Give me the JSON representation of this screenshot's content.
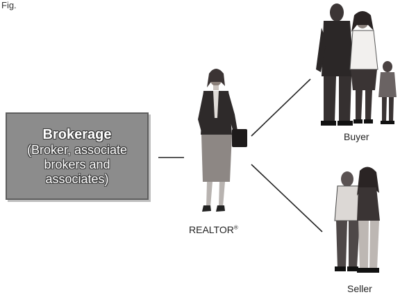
{
  "figure_label": "Fig.",
  "brokerage": {
    "title": "Brokerage",
    "description_line1": "(Broker, associate",
    "description_line2": "brokers and",
    "description_line3": "associates)"
  },
  "realtor": {
    "label": "REALTOR",
    "mark": "®"
  },
  "buyer": {
    "label": "Buyer"
  },
  "seller": {
    "label": "Seller"
  }
}
